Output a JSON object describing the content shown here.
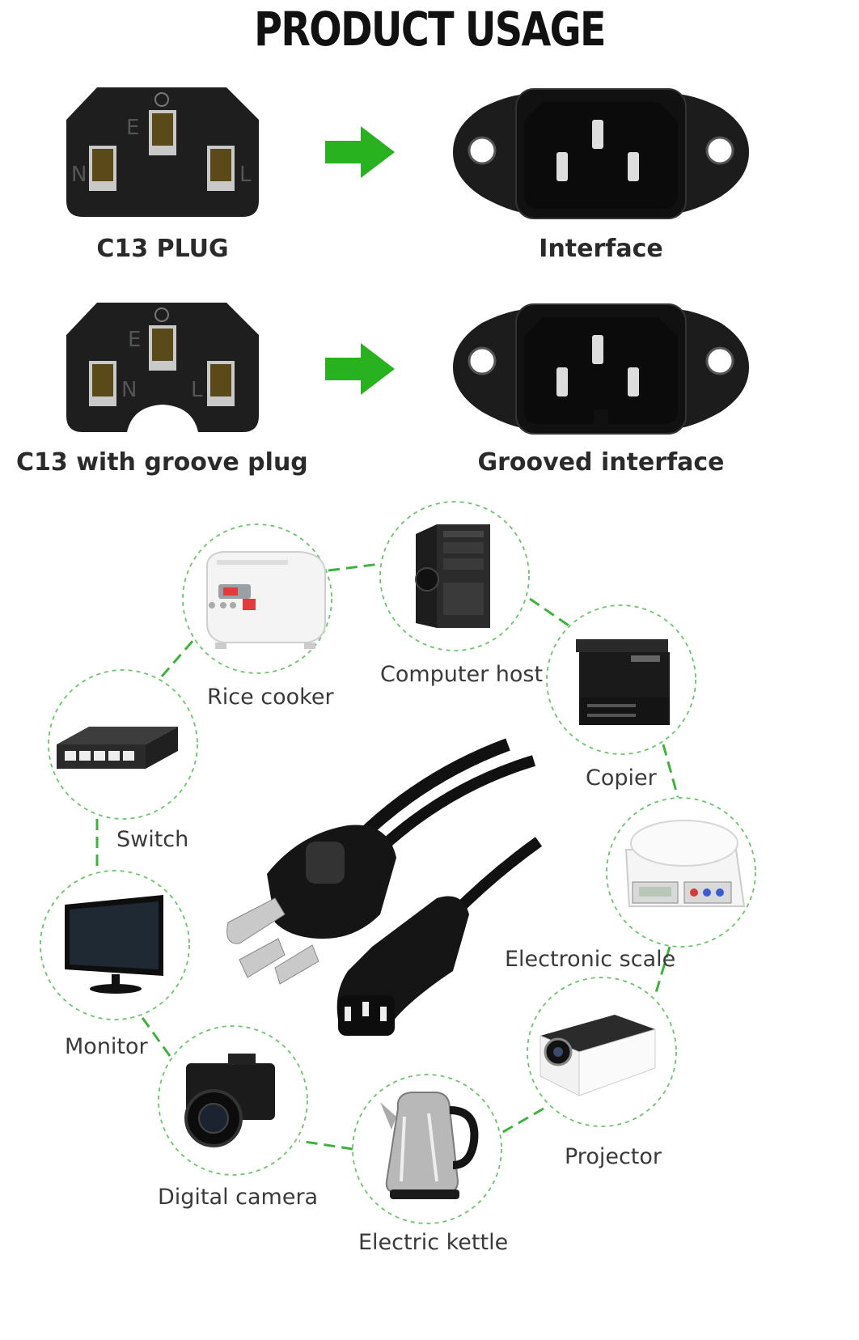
{
  "title": "PRODUCT USAGE",
  "plugs": [
    {
      "plug_label": "C13 PLUG",
      "socket_label": "Interface",
      "pins": {
        "earth": "E",
        "neutral": "N",
        "live": "L"
      }
    },
    {
      "plug_label": "C13 with groove plug",
      "socket_label": "Grooved interface",
      "pins": {
        "earth": "E",
        "neutral": "N",
        "live": "L"
      }
    }
  ],
  "arrow_color": "#29b21f",
  "accent_dash_color": "#3cb43c",
  "devices": [
    {
      "label": "Rice cooker",
      "icon": "rice-cooker-icon"
    },
    {
      "label": "Computer host",
      "icon": "computer-tower-icon"
    },
    {
      "label": "Copier",
      "icon": "copier-icon"
    },
    {
      "label": "Switch",
      "icon": "network-switch-icon"
    },
    {
      "label": "Electronic scale",
      "icon": "kitchen-scale-icon"
    },
    {
      "label": "Monitor",
      "icon": "monitor-icon"
    },
    {
      "label": "Projector",
      "icon": "projector-icon"
    },
    {
      "label": "Digital camera",
      "icon": "camera-icon"
    },
    {
      "label": "Electric kettle",
      "icon": "kettle-icon"
    }
  ],
  "center_image": "power-cord-icon"
}
